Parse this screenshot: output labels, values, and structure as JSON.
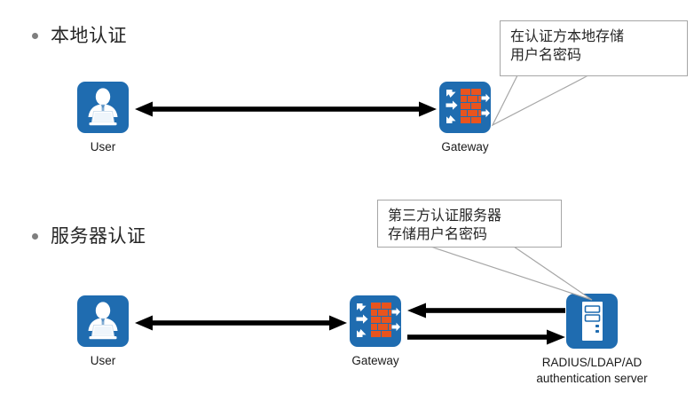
{
  "slide": {
    "background_color": "#ffffff",
    "accent_blue": "#1f6cb0",
    "brick_orange": "#e8541e",
    "bullet_color": "#7f7f7f",
    "callout_border_color": "#a6a6a6",
    "arrow_color": "#000000"
  },
  "sections": [
    {
      "id": "local-auth",
      "heading": "本地认证",
      "nodes": [
        {
          "id": "user",
          "icon": "user-at-laptop-icon",
          "label": "User"
        },
        {
          "id": "gateway",
          "icon": "firewall-gateway-icon",
          "label": "Gateway"
        }
      ],
      "connections": [
        {
          "id": "user-gateway",
          "type": "double-arrow",
          "from": "user",
          "to": "gateway"
        }
      ],
      "callout": {
        "id": "local-auth-callout",
        "lines": [
          "在认证方本地存储",
          "用户名密码"
        ],
        "points_to": "gateway"
      }
    },
    {
      "id": "server-auth",
      "heading": "服务器认证",
      "nodes": [
        {
          "id": "user2",
          "icon": "user-at-laptop-icon",
          "label": "User"
        },
        {
          "id": "gateway2",
          "icon": "firewall-gateway-icon",
          "label": "Gateway"
        },
        {
          "id": "auth-server",
          "icon": "server-tower-icon",
          "label": "RADIUS/LDAP/AD authentication server",
          "label_line1": "RADIUS/LDAP/AD",
          "label_line2": "authentication server"
        }
      ],
      "connections": [
        {
          "id": "user2-gateway2",
          "type": "double-arrow",
          "from": "user2",
          "to": "gateway2"
        },
        {
          "id": "server-to-gateway",
          "type": "single-arrow-left",
          "from": "auth-server",
          "to": "gateway2"
        },
        {
          "id": "gateway2-to-server",
          "type": "single-arrow-right",
          "from": "gateway2",
          "to": "auth-server"
        }
      ],
      "callout": {
        "id": "server-auth-callout",
        "lines": [
          "第三方认证服务器",
          "存储用户名密码"
        ],
        "points_to": "auth-server"
      }
    }
  ]
}
